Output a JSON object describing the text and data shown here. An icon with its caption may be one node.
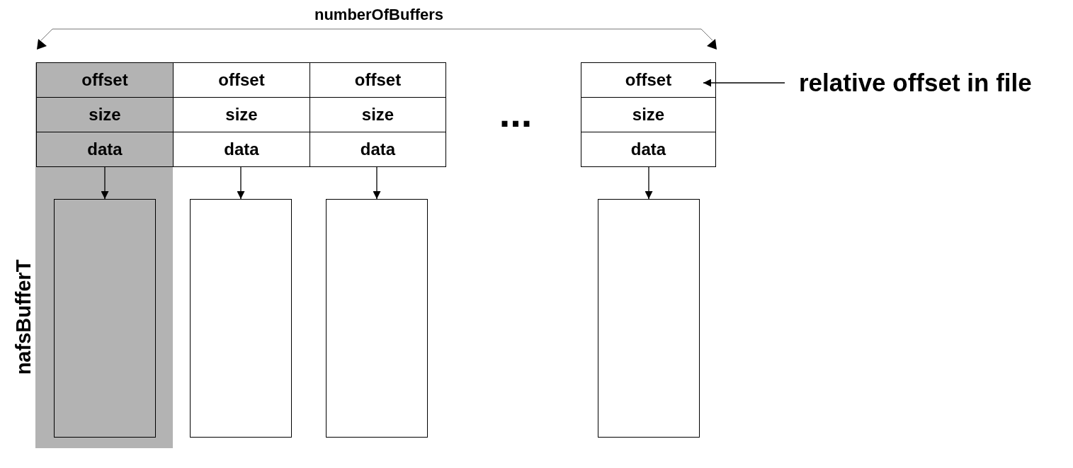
{
  "diagram": {
    "nodes": [
      {
        "text": [
          "nafsBufferT"
        ]
      },
      {
        "text": [
          "offset"
        ],
        "in": 0
      },
      {
        "text": [
          "size"
        ],
        "in": 0
      },
      {
        "text": [
          "data"
        ],
        "in": 0
      },
      {
        "text": [],
        "shape": "box",
        "in": 0
      },
      {
        "text": [
          "offset"
        ]
      },
      {
        "text": [
          "size"
        ]
      },
      {
        "text": [
          "data"
        ]
      },
      {
        "text": [],
        "shape": "box"
      },
      {
        "text": [
          "offset"
        ]
      },
      {
        "text": [
          "size"
        ]
      },
      {
        "text": [
          "data"
        ]
      },
      {
        "text": [],
        "shape": "box"
      },
      {
        "text": [
          "offset"
        ]
      },
      {
        "text": [
          "size"
        ]
      },
      {
        "text": [
          "data"
        ]
      },
      {
        "text": [],
        "shape": "box"
      },
      {
        "text": [
          "relative offset in file"
        ]
      }
    ],
    "edges": [
      {
        "from": 3,
        "to": 4,
        "arrow": "to"
      },
      {
        "from": 7,
        "to": 8,
        "arrow": "to"
      },
      {
        "from": 11,
        "to": 12,
        "arrow": "to"
      },
      {
        "from": 15,
        "to": 16,
        "arrow": "to"
      },
      {
        "from": 17,
        "to": 13,
        "arrow": "to"
      }
    ],
    "labels": [
      "numberOfBuffers",
      "..."
    ]
  }
}
